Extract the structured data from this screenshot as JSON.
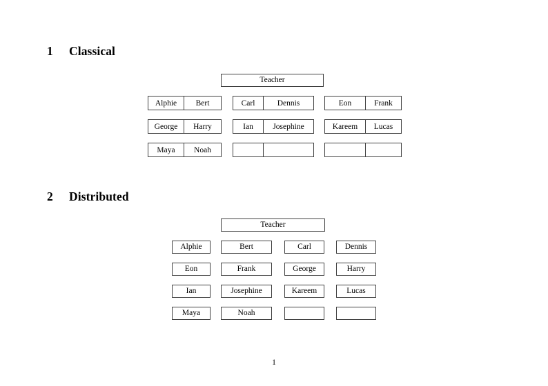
{
  "page": {
    "number": "1"
  },
  "sections": [
    {
      "number": "1",
      "title": "Classical",
      "teacher_label": "Teacher",
      "groups": [
        {
          "name": "group-left",
          "rows": [
            [
              "Alphie",
              "Bert"
            ],
            [
              "George",
              "Harry"
            ],
            [
              "Maya",
              "Noah"
            ]
          ]
        },
        {
          "name": "group-middle",
          "rows": [
            [
              "Carl",
              "Dennis"
            ],
            [
              "Ian",
              "Josephine"
            ],
            [
              "",
              ""
            ]
          ]
        },
        {
          "name": "group-right",
          "rows": [
            [
              "Eon",
              "Frank"
            ],
            [
              "Kareem",
              "Lucas"
            ],
            [
              "",
              ""
            ]
          ]
        }
      ]
    },
    {
      "number": "2",
      "title": "Distributed",
      "teacher_label": "Teacher",
      "columns": [
        {
          "name": "column-1",
          "cells": [
            "Alphie",
            "Eon",
            "Ian",
            "Maya"
          ]
        },
        {
          "name": "column-2",
          "cells": [
            "Bert",
            "Frank",
            "Josephine",
            "Noah"
          ]
        },
        {
          "name": "column-3",
          "cells": [
            "Carl",
            "George",
            "Kareem",
            ""
          ]
        },
        {
          "name": "column-4",
          "cells": [
            "Dennis",
            "Harry",
            "Lucas",
            ""
          ]
        }
      ]
    }
  ]
}
